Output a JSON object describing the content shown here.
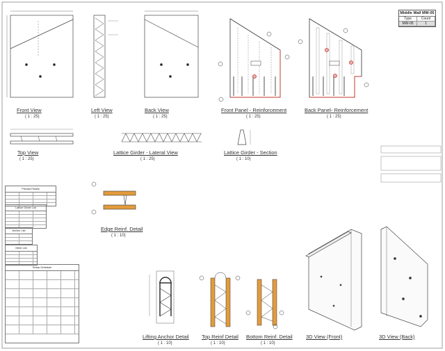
{
  "title_block": {
    "title": "Middle Wall MW-05",
    "col_type": "Type",
    "col_count": "Count",
    "type_value": "MW-05",
    "count_value": "1"
  },
  "views": [
    {
      "label": "Front View",
      "scale": "( 1 : 25)"
    },
    {
      "label": "Left View",
      "scale": "( 1 : 25)"
    },
    {
      "label": "Back View",
      "scale": "( 1 : 25)"
    },
    {
      "label": "Front Panel - Reinforcement",
      "scale": "( 1 : 25)"
    },
    {
      "label": "Back Panel- Reinforcement",
      "scale": "( 1 : 25)"
    },
    {
      "label": "Top View",
      "scale": "( 1 : 25)"
    },
    {
      "label": "Lattice Girder - Lateral View",
      "scale": "( 1 : 25)"
    },
    {
      "label": "Lattice Girder - Section",
      "scale": "( 1 : 10)"
    },
    {
      "label": "Edge Reinf. Detail",
      "scale": "( 1 : 10)"
    },
    {
      "label": "Lifting Anchor Detail",
      "scale": "( 1 : 10)"
    },
    {
      "label": "Top Reinf Detail",
      "scale": "( 1 : 10)"
    },
    {
      "label": "Bottom Reinf. Detail",
      "scale": "( 1 : 10)"
    },
    {
      "label": "3D View (Front)",
      "scale": ""
    },
    {
      "label": "3D View (Back)",
      "scale": ""
    }
  ],
  "tables": {
    "precast": "Precast Panels",
    "lattice": "Lattice Girder List",
    "anchor": "Anchor List",
    "mesh": "Mesh List",
    "rebar": "Rebar Schedule"
  },
  "colors": {
    "concrete": "#e39b3c",
    "rebar_highlight": "#c0392b",
    "line": "#333333"
  }
}
